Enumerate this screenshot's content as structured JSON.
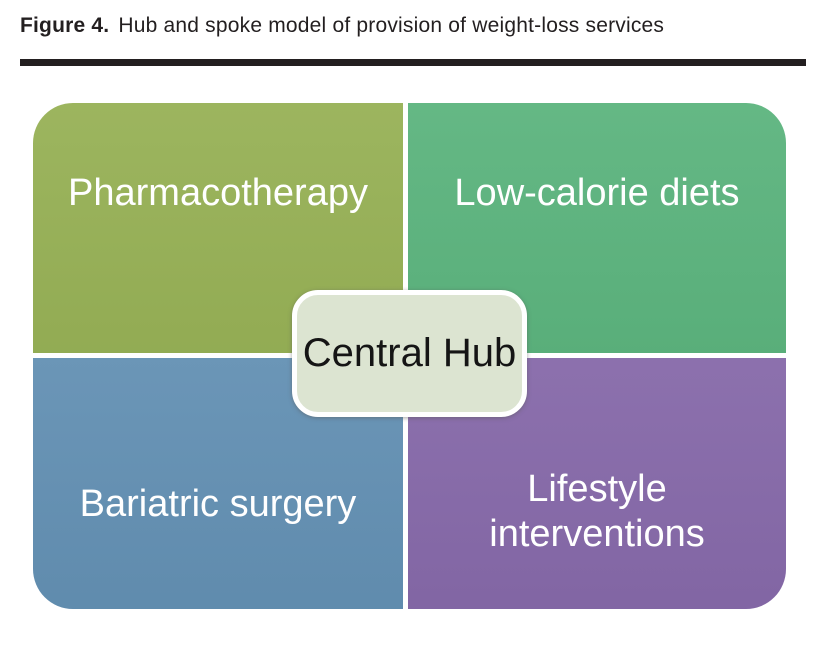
{
  "figure": {
    "label": "Figure 4.",
    "caption": "Hub and spoke model of provision of weight-loss services"
  },
  "rule_color": "#231f20",
  "diagram": {
    "hub": {
      "label": "Central Hub",
      "fill": "#dce4d1",
      "border_color": "#ffffff",
      "text_color": "#151515"
    },
    "label_text_color": "#ffffff",
    "quadrants": [
      {
        "position": "top-left",
        "label": "Pharmacotherapy",
        "color": "#97b156"
      },
      {
        "position": "top-right",
        "label": "Low-calorie diets",
        "color": "#5cb47e"
      },
      {
        "position": "bottom-left",
        "label": "Bariatric surgery",
        "color": "#6390b3"
      },
      {
        "position": "bottom-right",
        "label": "Lifestyle interventions",
        "color": "#8669a9"
      }
    ]
  }
}
